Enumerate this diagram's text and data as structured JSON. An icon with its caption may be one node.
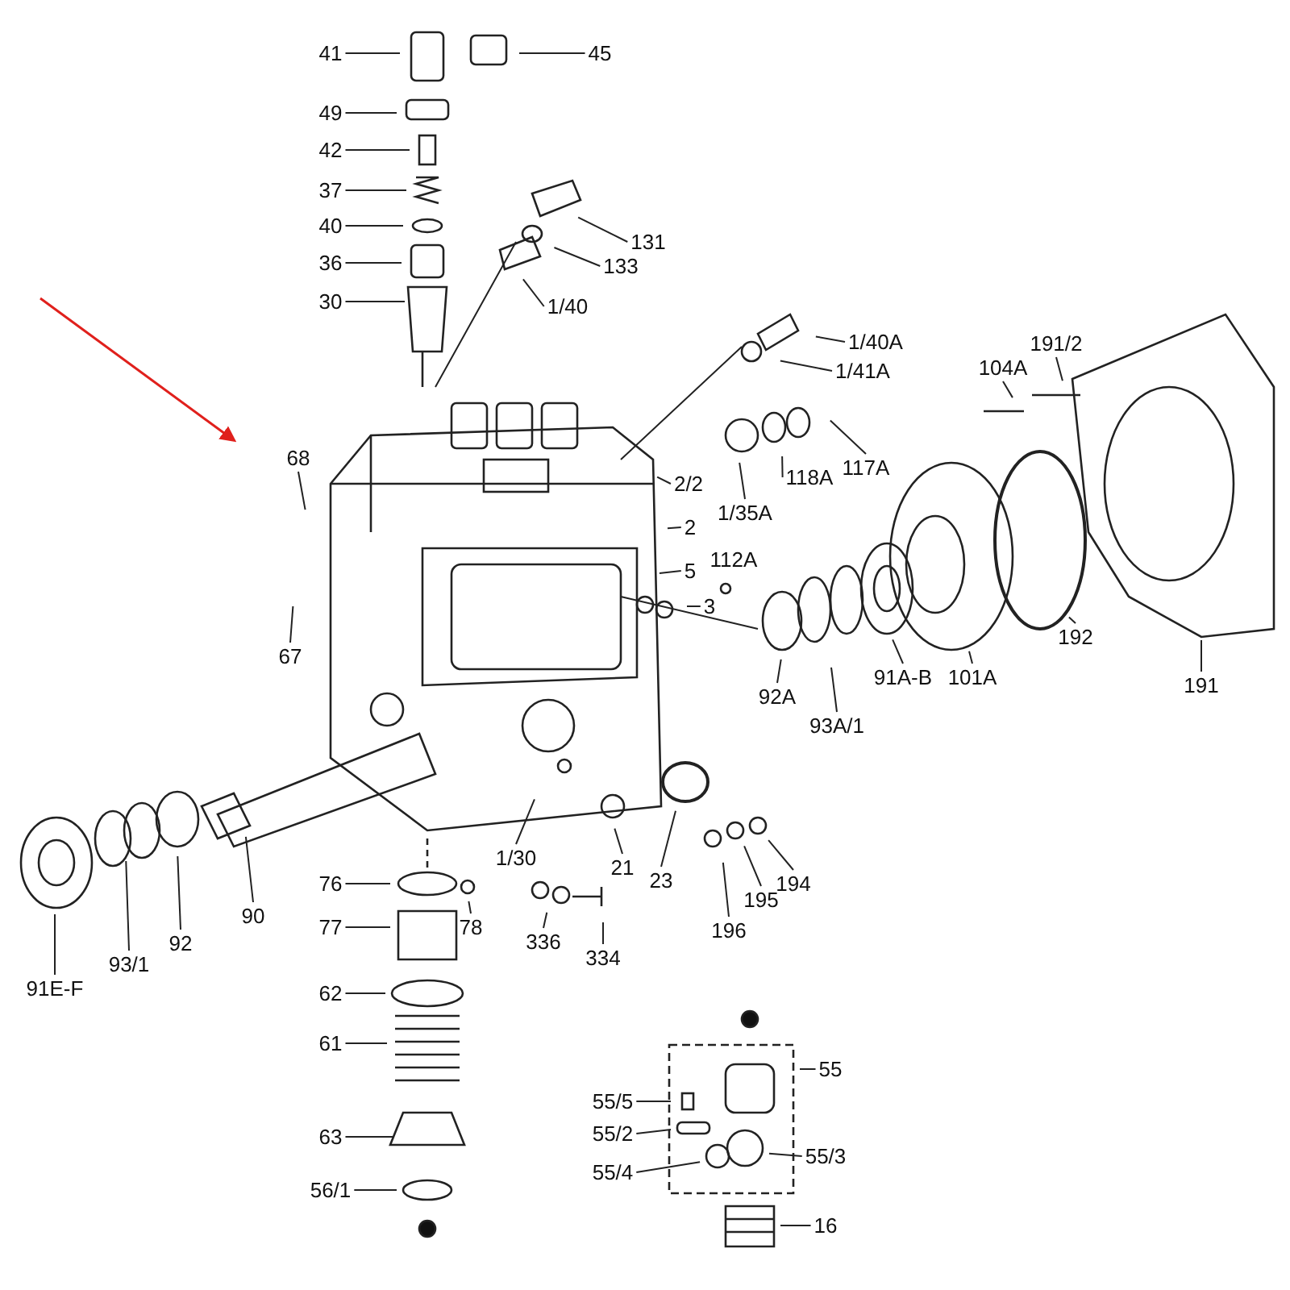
{
  "diagram": {
    "nodes": [
      {
        "text": [
          "41"
        ]
      },
      {
        "text": [
          "45"
        ]
      },
      {
        "text": [
          "49"
        ]
      },
      {
        "text": [
          "42"
        ]
      },
      {
        "text": [
          "37"
        ]
      },
      {
        "text": [
          "40"
        ]
      },
      {
        "text": [
          "36"
        ]
      },
      {
        "text": [
          "30"
        ]
      },
      {
        "text": [
          "131"
        ]
      },
      {
        "text": [
          "133"
        ]
      },
      {
        "text": [
          "1/40"
        ]
      },
      {
        "text": [
          "1/40A"
        ]
      },
      {
        "text": [
          "1/41A"
        ]
      },
      {
        "text": [
          "104A"
        ]
      },
      {
        "text": [
          "191/2"
        ]
      },
      {
        "text": [
          "68"
        ]
      },
      {
        "text": [
          "117A"
        ]
      },
      {
        "text": [
          "118A"
        ]
      },
      {
        "text": [
          "1/35A"
        ]
      },
      {
        "text": [
          "2/2"
        ]
      },
      {
        "text": [
          "2"
        ]
      },
      {
        "text": [
          "112A"
        ]
      },
      {
        "text": [
          "5"
        ]
      },
      {
        "text": [
          "3"
        ]
      },
      {
        "text": [
          "67"
        ]
      },
      {
        "text": [
          "192"
        ]
      },
      {
        "text": [
          "92A"
        ]
      },
      {
        "text": [
          "93A/1"
        ]
      },
      {
        "text": [
          "91A-B"
        ]
      },
      {
        "text": [
          "101A"
        ]
      },
      {
        "text": [
          "191"
        ]
      },
      {
        "text": [
          "1/30"
        ]
      },
      {
        "text": [
          "21"
        ]
      },
      {
        "text": [
          "23"
        ]
      },
      {
        "text": [
          "194"
        ]
      },
      {
        "text": [
          "195"
        ]
      },
      {
        "text": [
          "196"
        ]
      },
      {
        "text": [
          "76"
        ]
      },
      {
        "text": [
          "78"
        ]
      },
      {
        "text": [
          "90"
        ]
      },
      {
        "text": [
          "77"
        ]
      },
      {
        "text": [
          "336"
        ]
      },
      {
        "text": [
          "334"
        ]
      },
      {
        "text": [
          "92"
        ]
      },
      {
        "text": [
          "93/1"
        ]
      },
      {
        "text": [
          "91E-F"
        ]
      },
      {
        "text": [
          "62"
        ]
      },
      {
        "text": [
          "61"
        ]
      },
      {
        "text": [
          "55"
        ]
      },
      {
        "text": [
          "55/5"
        ]
      },
      {
        "text": [
          "55/2"
        ]
      },
      {
        "text": [
          "63"
        ]
      },
      {
        "text": [
          "55/3"
        ]
      },
      {
        "text": [
          "55/4"
        ]
      },
      {
        "text": [
          "56/1"
        ]
      },
      {
        "text": [
          "16"
        ]
      }
    ],
    "edges": [
      {
        "from": 0,
        "to": null,
        "arrow": "none"
      },
      {
        "from": 1,
        "to": null,
        "arrow": "none"
      },
      {
        "from": 2,
        "to": null,
        "arrow": "none"
      },
      {
        "from": 3,
        "to": null,
        "arrow": "none"
      },
      {
        "from": 4,
        "to": null,
        "arrow": "none"
      },
      {
        "from": 5,
        "to": null,
        "arrow": "none"
      },
      {
        "from": 6,
        "to": null,
        "arrow": "none"
      },
      {
        "from": 7,
        "to": null,
        "arrow": "none"
      },
      {
        "from": 8,
        "to": null,
        "arrow": "none"
      },
      {
        "from": 9,
        "to": null,
        "arrow": "none"
      },
      {
        "from": 10,
        "to": null,
        "arrow": "none"
      },
      {
        "from": 11,
        "to": null,
        "arrow": "none"
      },
      {
        "from": 12,
        "to": null,
        "arrow": "none"
      },
      {
        "from": 13,
        "to": null,
        "arrow": "none"
      },
      {
        "from": 14,
        "to": null,
        "arrow": "none"
      },
      {
        "from": 15,
        "to": null,
        "arrow": "none"
      },
      {
        "from": 16,
        "to": null,
        "arrow": "none"
      },
      {
        "from": 17,
        "to": null,
        "arrow": "none"
      },
      {
        "from": 18,
        "to": null,
        "arrow": "none"
      },
      {
        "from": 19,
        "to": null,
        "arrow": "none"
      },
      {
        "from": 20,
        "to": null,
        "arrow": "none"
      },
      {
        "from": 22,
        "to": null,
        "arrow": "none"
      },
      {
        "from": 23,
        "to": null,
        "arrow": "none"
      },
      {
        "from": 24,
        "to": null,
        "arrow": "none"
      },
      {
        "from": 25,
        "to": null,
        "arrow": "none"
      },
      {
        "from": 26,
        "to": null,
        "arrow": "none"
      },
      {
        "from": 27,
        "to": null,
        "arrow": "none"
      },
      {
        "from": 28,
        "to": null,
        "arrow": "none"
      },
      {
        "from": 29,
        "to": null,
        "arrow": "none"
      },
      {
        "from": 30,
        "to": null,
        "arrow": "none"
      },
      {
        "from": 31,
        "to": null,
        "arrow": "none"
      },
      {
        "from": 32,
        "to": null,
        "arrow": "none"
      },
      {
        "from": 33,
        "to": null,
        "arrow": "none"
      },
      {
        "from": 34,
        "to": null,
        "arrow": "none"
      },
      {
        "from": 35,
        "to": null,
        "arrow": "none"
      },
      {
        "from": 36,
        "to": null,
        "arrow": "none"
      },
      {
        "from": 37,
        "to": null,
        "arrow": "none"
      },
      {
        "from": 38,
        "to": null,
        "arrow": "none"
      },
      {
        "from": 39,
        "to": null,
        "arrow": "none"
      },
      {
        "from": 40,
        "to": null,
        "arrow": "none"
      },
      {
        "from": 41,
        "to": null,
        "arrow": "none"
      },
      {
        "from": 42,
        "to": null,
        "arrow": "none"
      },
      {
        "from": 43,
        "to": null,
        "arrow": "none"
      },
      {
        "from": 44,
        "to": null,
        "arrow": "none"
      },
      {
        "from": 45,
        "to": null,
        "arrow": "none"
      },
      {
        "from": 46,
        "to": null,
        "arrow": "none"
      },
      {
        "from": 47,
        "to": null,
        "arrow": "none"
      },
      {
        "from": 48,
        "to": null,
        "arrow": "none"
      },
      {
        "from": 49,
        "to": null,
        "arrow": "none"
      },
      {
        "from": 50,
        "to": null,
        "arrow": "none"
      },
      {
        "from": 51,
        "to": null,
        "arrow": "none"
      },
      {
        "from": 52,
        "to": null,
        "arrow": "none"
      },
      {
        "from": 53,
        "to": null,
        "arrow": "none"
      },
      {
        "from": 54,
        "to": null,
        "arrow": "none"
      },
      {
        "from": 55,
        "to": null,
        "arrow": "none"
      }
    ]
  }
}
